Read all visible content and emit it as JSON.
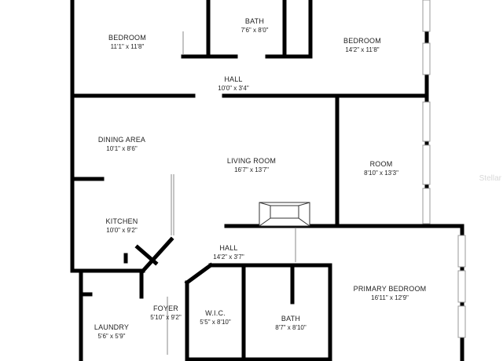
{
  "rooms": [
    {
      "id": "bedroom-1",
      "name": "BEDROOM",
      "dims": "11'1\" x 11'8\""
    },
    {
      "id": "bath-1",
      "name": "BATH",
      "dims": "7'6\" x 8'0\""
    },
    {
      "id": "bedroom-2",
      "name": "BEDROOM",
      "dims": "14'2\" x 11'8\""
    },
    {
      "id": "hall-upper",
      "name": "HALL",
      "dims": "10'0\" x 3'4\""
    },
    {
      "id": "dining-area",
      "name": "DINING AREA",
      "dims": "10'1\" x 8'6\""
    },
    {
      "id": "living-room",
      "name": "LIVING ROOM",
      "dims": "16'7\" x 13'7\""
    },
    {
      "id": "room",
      "name": "ROOM",
      "dims": "8'10\" x 13'3\""
    },
    {
      "id": "kitchen",
      "name": "KITCHEN",
      "dims": "10'0\" x 9'2\""
    },
    {
      "id": "hall-lower",
      "name": "HALL",
      "dims": "14'2\" x 3'7\""
    },
    {
      "id": "primary-bedroom",
      "name": "PRIMARY BEDROOM",
      "dims": "16'11\" x 12'9\""
    },
    {
      "id": "foyer",
      "name": "FOYER",
      "dims": "5'10\" x 9'2\""
    },
    {
      "id": "wic",
      "name": "W.I.C.",
      "dims": "5'5\" x 8'10\""
    },
    {
      "id": "bath-2",
      "name": "BATH",
      "dims": "8'7\" x 8'10\""
    },
    {
      "id": "laundry",
      "name": "LAUNDRY",
      "dims": "5'6\" x 5'9\""
    }
  ],
  "watermark": "Stellar"
}
